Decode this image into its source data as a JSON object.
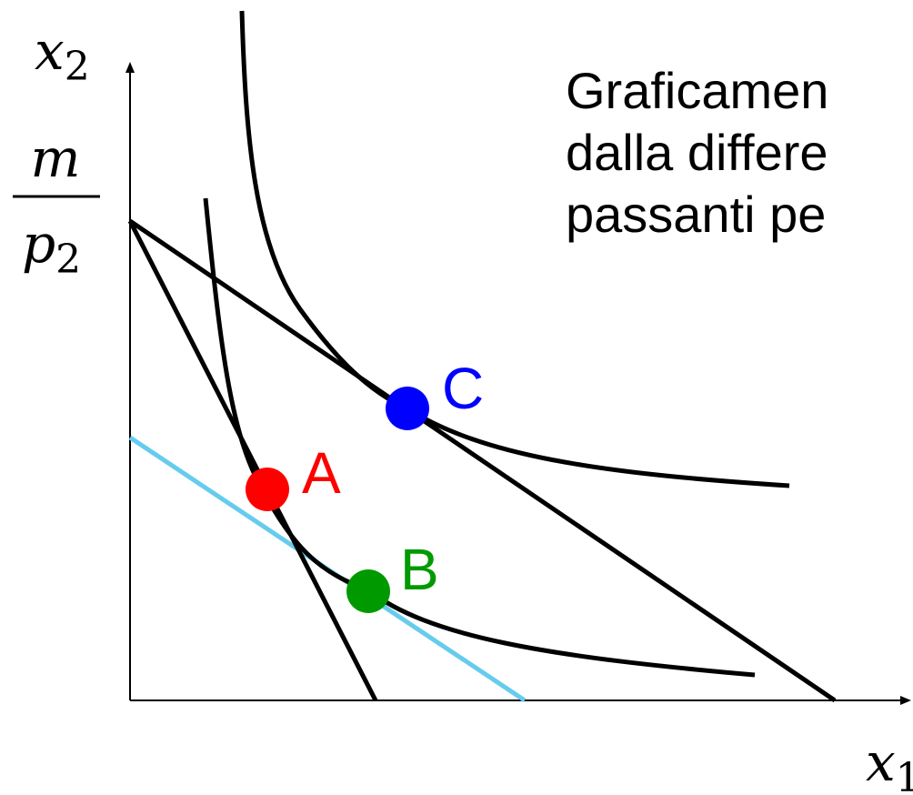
{
  "axes": {
    "y_label_base": "x",
    "y_label_sub": "2",
    "x_label_base": "x",
    "x_label_sub": "1",
    "intercept_numerator": "m",
    "intercept_denominator_base": "p",
    "intercept_denominator_sub": "2"
  },
  "points": {
    "A": {
      "label": "A",
      "color": "#ff0000"
    },
    "B": {
      "label": "B",
      "color": "#009a00"
    },
    "C": {
      "label": "C",
      "color": "#0000ff"
    }
  },
  "colors": {
    "curves": "#000000",
    "compensated_budget_line": "#66ccee",
    "axes": "#000000"
  },
  "caption": {
    "lines": [
      "Graficamen",
      "dalla differe",
      "passanti pe"
    ]
  }
}
